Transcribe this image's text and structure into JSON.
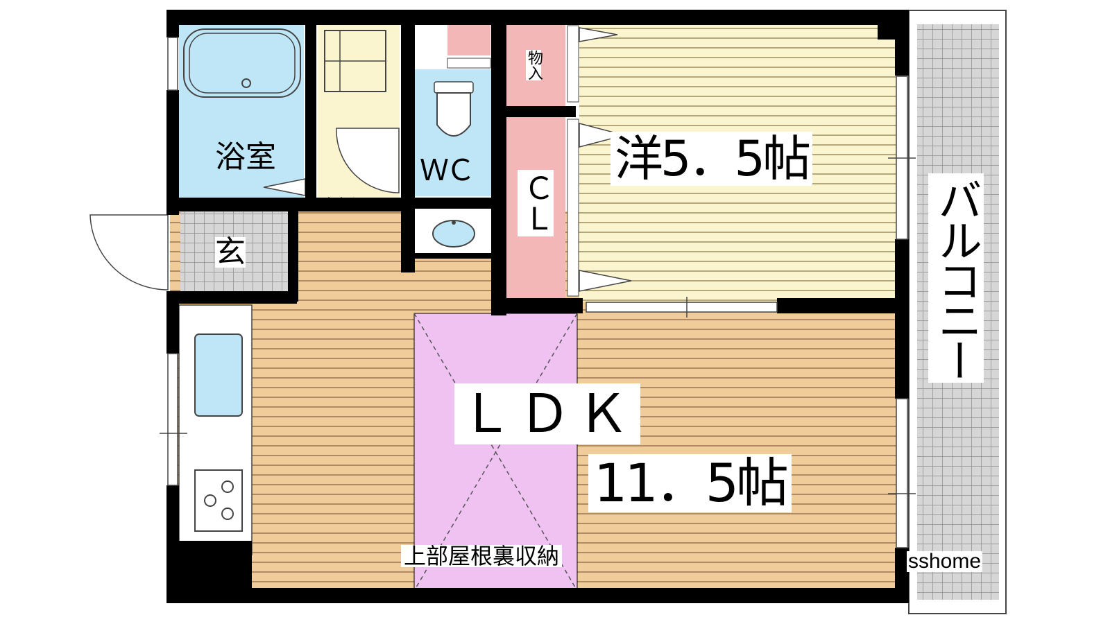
{
  "rooms": {
    "bath": "浴室",
    "wc": "ＷＣ",
    "entrance": "玄",
    "storage": "物入",
    "closet": "ＣＬ",
    "western_room": "洋5．5帖",
    "ldk_name": "ＬＤＫ",
    "ldk_size": "11．5帖",
    "balcony": "バルコニー",
    "attic_storage": "上部屋根裏収納"
  },
  "watermark": "sshome",
  "colors": {
    "wall": "#000000",
    "bath_blue": "#bfe6f7",
    "washroom_yellow": "#fbf5cf",
    "closet_pink": "#f4b7b7",
    "western_floor": "#fbf5cf",
    "ldk_floor": "#f0cc9a",
    "attic_purple": "#efc2f2",
    "tile_grey": "#d6d6d6"
  }
}
